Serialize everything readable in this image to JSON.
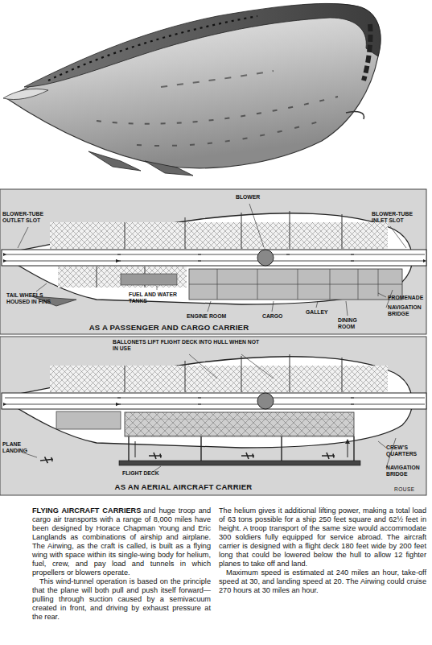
{
  "diagram": {
    "labels": [
      "BLOWER",
      "BLOWER-TUBE OUTLET SLOT",
      "BLOWER-TUBE INLET SLOT",
      "TAIL WHEELS HOUSED IN FINS",
      "FUEL AND WATER TANKS",
      "ENGINE ROOM",
      "CARGO",
      "GALLEY",
      "DINING ROOM",
      "PROMENADE",
      "NAVIGATION BRIDGE",
      "AS A PASSENGER AND CARGO CARRIER",
      "BALLONETS LIFT FLIGHT DECK INTO HULL WHEN NOT IN USE",
      "PLANE LANDING",
      "CREW'S QUARTERS",
      "NAVIGATION BRIDGE",
      "FLIGHT DECK",
      "AS AN AERIAL AIRCRAFT CARRIER",
      "ROUSE",
      "FLYING AIRCRAFT CARRIERS",
      "and huge troop and cargo air transports with a range of 8,000 miles have been designed by Horace Chapman Young and Eric Langlands as combinations of airship and airplane. The Airwing, as the craft is called, is built as a flying wing with space within its single-wing body for helium, fuel, crew, and pay load and tunnels in which propellers or blowers operate.",
      "This wind-tunnel operation is based on the principle that the plane will both pull and push itself forward—pulling through suction caused by a semivacuum created in front, and driving by exhaust pressure at the rear.",
      "The helium gives it additional lifting power, making a total load of 63 tons possible for a ship 250 feet square and 62½ feet in height. A troop transport of the same size would accommodate 300 soldiers fully equipped for service abroad. The aircraft carrier is designed with a flight deck 180 feet wide by 200 feet long that could be lowered below the hull to allow 12 fighter planes to take off and land.",
      "Maximum speed is estimated at 240 miles an hour, take-off speed at 30, and landing speed at 20. The Airwing could cruise 270 hours at 30 miles an hour."
    ]
  }
}
